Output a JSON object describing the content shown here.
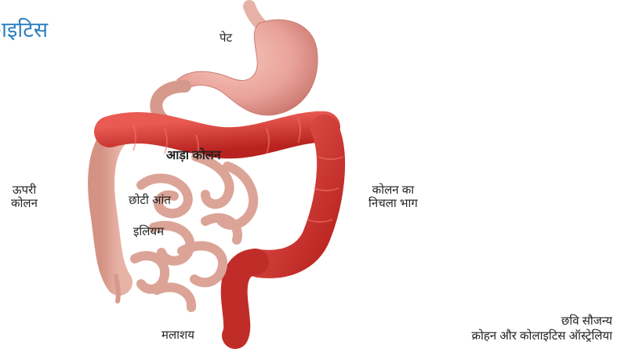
{
  "header": {
    "title": "ाइटिस"
  },
  "labels": {
    "stomach": "पेट",
    "transverse_colon": "आड़ा कोलन",
    "ascending_colon_line1": "ऊपरी",
    "ascending_colon_line2": "कोलन",
    "small_intestine": "छोटी आंत",
    "ileum": "इलियम",
    "descending_colon_line1": "कोलन का",
    "descending_colon_line2": "निचला भाग",
    "rectum": "मलाशय"
  },
  "credit": {
    "line1": "छवि सौजन्य",
    "line2": "क्रोहन और कोलाइटिस ऑस्ट्रेलिया"
  },
  "colors": {
    "title": "#2a7fc1",
    "healthy_tissue": "#d9a08f",
    "inflamed_tissue": "#d8403a",
    "stomach": "#e9a39a"
  }
}
